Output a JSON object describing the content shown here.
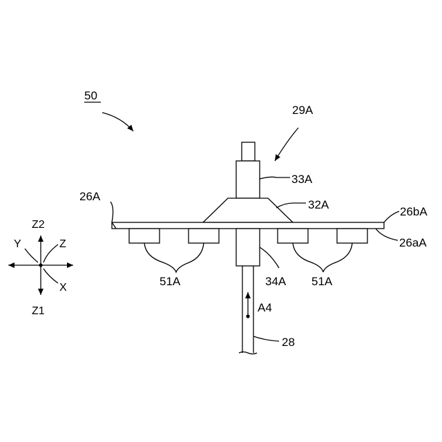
{
  "labels": {
    "fig": "50",
    "a29": "29A",
    "a33": "33A",
    "a32": "32A",
    "a26": "26A",
    "a26b": "26bA",
    "a26a": "26aA",
    "a51l": "51A",
    "a51r": "51A",
    "a34": "34A",
    "a4": "A4",
    "a28": "28"
  },
  "axes": {
    "z2": "Z2",
    "z1": "Z1",
    "y": "Y",
    "z": "Z",
    "x": "X"
  }
}
